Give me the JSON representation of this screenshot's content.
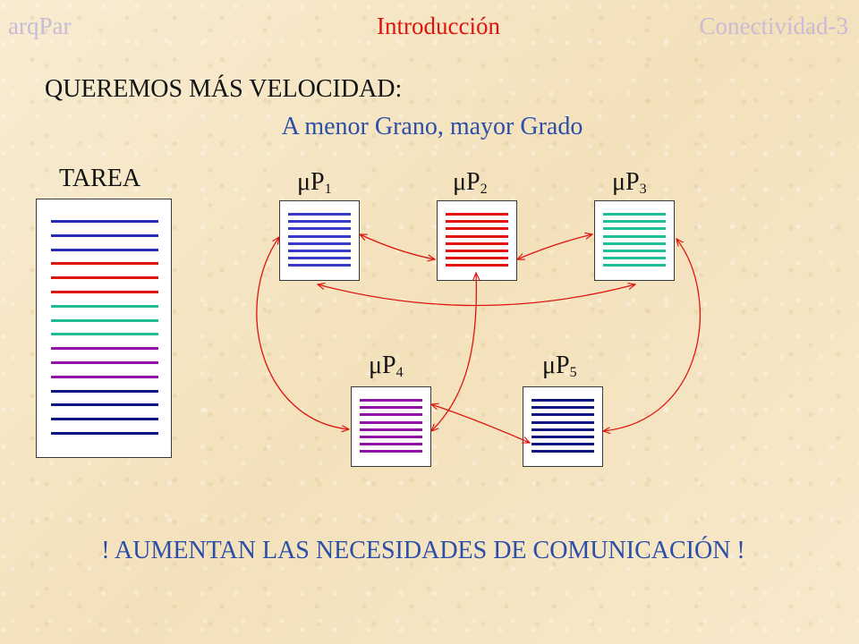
{
  "header": {
    "left": "arqPar",
    "center": "Introducción",
    "right": "Conectividad-3"
  },
  "heading": "QUEREMOS MÁS VELOCIDAD:",
  "subheading": "A menor Grano, mayor Grado",
  "task": {
    "label": "TAREA",
    "line_colors": [
      "#2a2ab5",
      "#2a2ab5",
      "#2a2ab5",
      "#e0140e",
      "#e0140e",
      "#e0140e",
      "#1fbe97",
      "#1fbe97",
      "#1fbe97",
      "#9012a6",
      "#9012a6",
      "#9012a6",
      "#0e1580",
      "#0e1580",
      "#0e1580",
      "#0e1580"
    ]
  },
  "processors": [
    {
      "id": "p1",
      "prefix": "μP",
      "index": "1",
      "color": "#3a3ac8",
      "lines": 8
    },
    {
      "id": "p2",
      "prefix": "μP",
      "index": "2",
      "color": "#e0140e",
      "lines": 8
    },
    {
      "id": "p3",
      "prefix": "μP",
      "index": "3",
      "color": "#1fbe97",
      "lines": 8
    },
    {
      "id": "p4",
      "prefix": "μP",
      "index": "4",
      "color": "#9012a6",
      "lines": 8
    },
    {
      "id": "p5",
      "prefix": "μP",
      "index": "5",
      "color": "#0e1580",
      "lines": 8
    }
  ],
  "connections": [
    [
      "p1",
      "p2"
    ],
    [
      "p2",
      "p3"
    ],
    [
      "p1",
      "p3"
    ],
    [
      "p1",
      "p4"
    ],
    [
      "p2",
      "p4"
    ],
    [
      "p3",
      "p5"
    ],
    [
      "p4",
      "p5"
    ]
  ],
  "arrow_color": "#e0140e",
  "footer": "! AUMENTAN LAS NECESIDADES DE COMUNICACIÓN !"
}
